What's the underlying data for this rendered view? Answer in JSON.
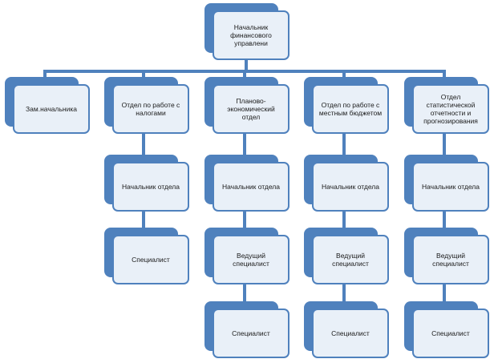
{
  "org": {
    "head": "Начальник финансового управлени",
    "departments": [
      {
        "name": "Зам.начальника",
        "positions": []
      },
      {
        "name": "Отдел по работе с налогами",
        "positions": [
          "Начальник отдела",
          "Специалист"
        ]
      },
      {
        "name": "Планово-экономический отдел",
        "positions": [
          "Начальник отдела",
          "Ведущий специалист",
          "Специалист"
        ]
      },
      {
        "name": "Отдел по работе с местным бюджетом",
        "positions": [
          "Начальник отдела",
          "Ведущий специалист",
          "Специалист"
        ]
      },
      {
        "name": "Отдел статистической отчетности и прогнозирования",
        "positions": [
          "Начальник отдела",
          "Ведущий специалист",
          "Специалист"
        ]
      }
    ]
  },
  "colors": {
    "accent": "#4f81bd",
    "box_fill": "#e9f0f8"
  }
}
